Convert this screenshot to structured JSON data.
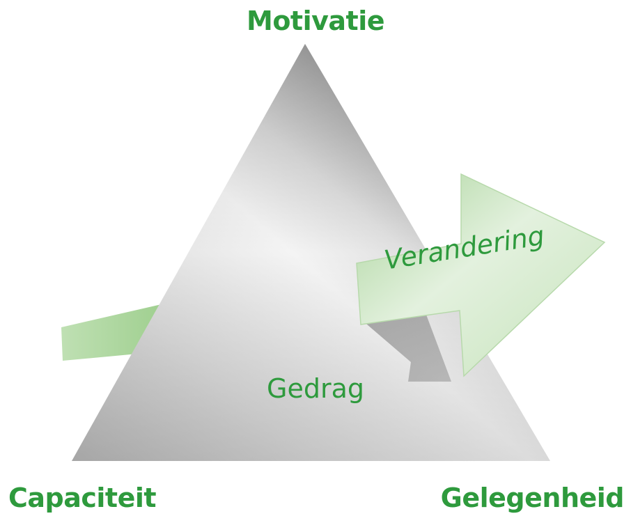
{
  "diagram": {
    "labels": {
      "top": "Motivatie",
      "left": "Capaciteit",
      "right": "Gelegenheid",
      "center": "Gedrag",
      "arrow": "Verandering"
    },
    "colors": {
      "label_green": "#2e9a3d",
      "arrow_green_light": "#e8f3e4",
      "arrow_green_dark": "#a9d39c",
      "triangle_light": "#f2f2f2",
      "triangle_dark": "#6b6b6b",
      "shadow_gray": "#9a9a9a"
    }
  }
}
